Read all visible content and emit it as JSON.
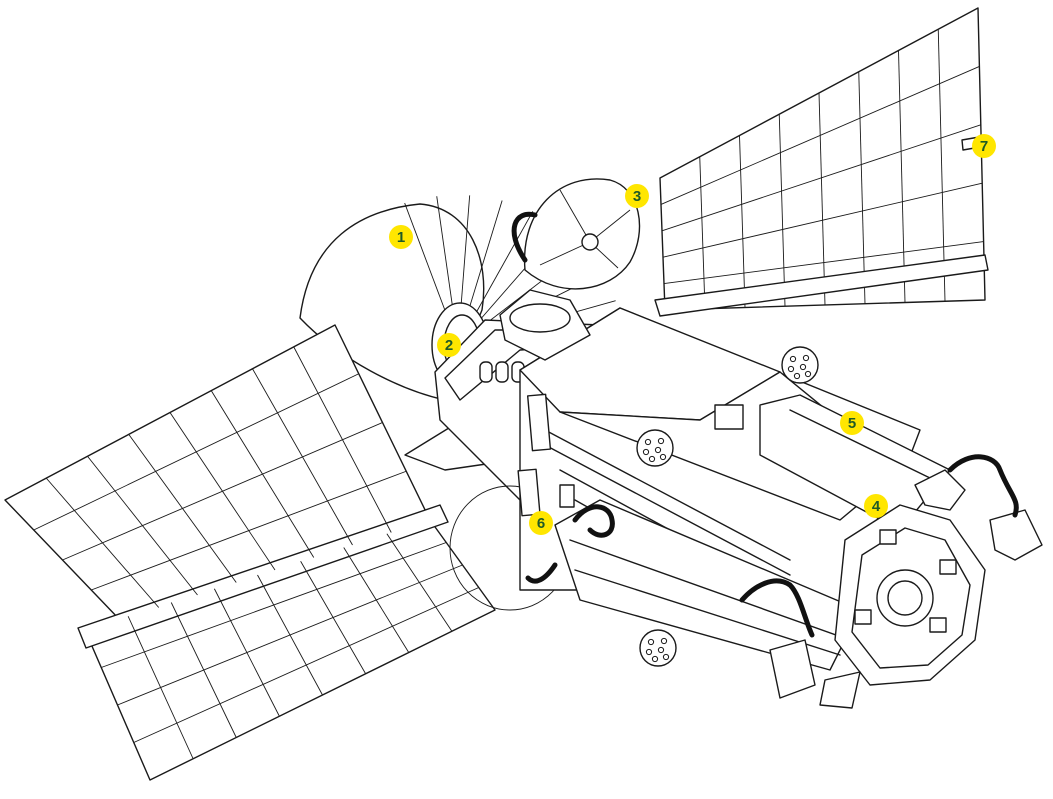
{
  "callout_color": "#ffe600",
  "callout_text_color": "#1f5a26",
  "callouts": [
    {
      "id": "1",
      "label": "1"
    },
    {
      "id": "2",
      "label": "2"
    },
    {
      "id": "3",
      "label": "3"
    },
    {
      "id": "4",
      "label": "4"
    },
    {
      "id": "5",
      "label": "5"
    },
    {
      "id": "6",
      "label": "6"
    },
    {
      "id": "7",
      "label": "7"
    }
  ]
}
